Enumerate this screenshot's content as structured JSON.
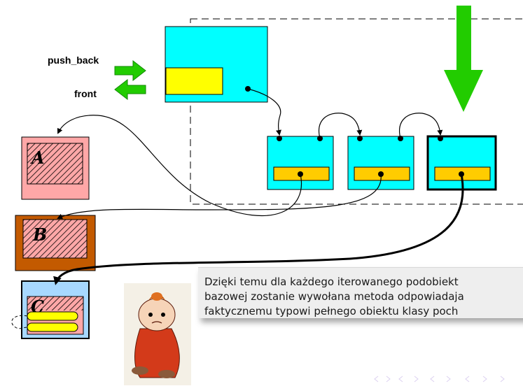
{
  "labels": {
    "push_back": "push_back",
    "front": "front"
  },
  "objects": {
    "a": "A",
    "b": "B",
    "c": "C"
  },
  "callout": {
    "lines": [
      "Dzięki temu dla każdego iterowanego podobiekt",
      "bazowej zostanie wywołana metoda odpowiadaja",
      "faktycznemu typowi pełnego obiektu klasy poch"
    ]
  },
  "colors": {
    "container": "#00ffff",
    "highlight": "#ffe600",
    "arrow_green": "#22cc00",
    "object_a": "#ffa7a7",
    "object_b": "#c35a00",
    "object_c": "#a7d8ff",
    "callout_bg": "#eeeeee"
  },
  "icons": [
    "push-back-arrow-icon",
    "front-arrow-icon",
    "insert-arrow-icon",
    "little-my-illustration",
    "beamer-nav-icons"
  ]
}
